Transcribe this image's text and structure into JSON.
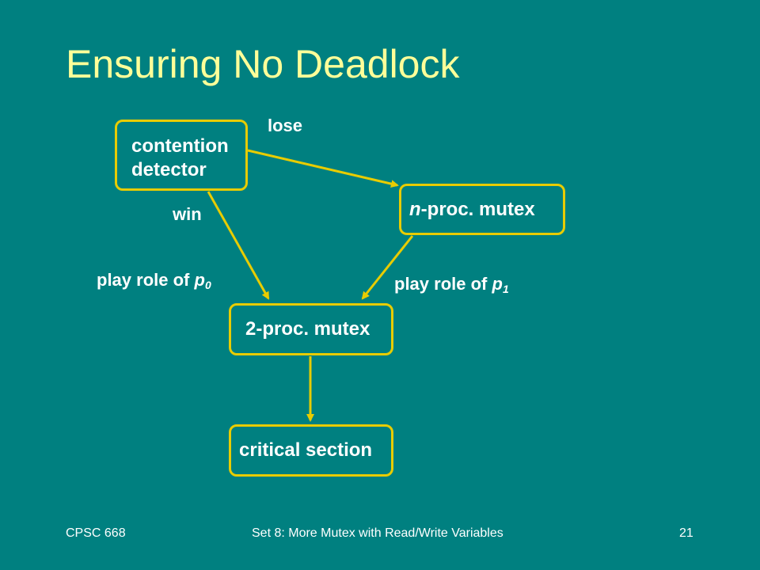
{
  "title": "Ensuring No Deadlock",
  "nodes": {
    "contention_detector": [
      "contention",
      "detector"
    ],
    "n_proc_mutex": {
      "italic": "n",
      "rest": "-proc. mutex"
    },
    "two_proc_mutex": "2-proc. mutex",
    "critical_section": "critical section"
  },
  "edge_labels": {
    "lose": "lose",
    "win": "win",
    "play_role_p0": {
      "text": "play role of ",
      "var": "p",
      "sub": "0"
    },
    "play_role_p1": {
      "text": "play role of ",
      "var": "p",
      "sub": "1"
    }
  },
  "colors": {
    "background": "#008080",
    "title": "#FFFF99",
    "box_border": "#E8CC00",
    "text": "#FFFFFF"
  },
  "footer": {
    "left": "CPSC 668",
    "center": "Set 8:  More Mutex with Read/Write Variables",
    "right": "21"
  }
}
